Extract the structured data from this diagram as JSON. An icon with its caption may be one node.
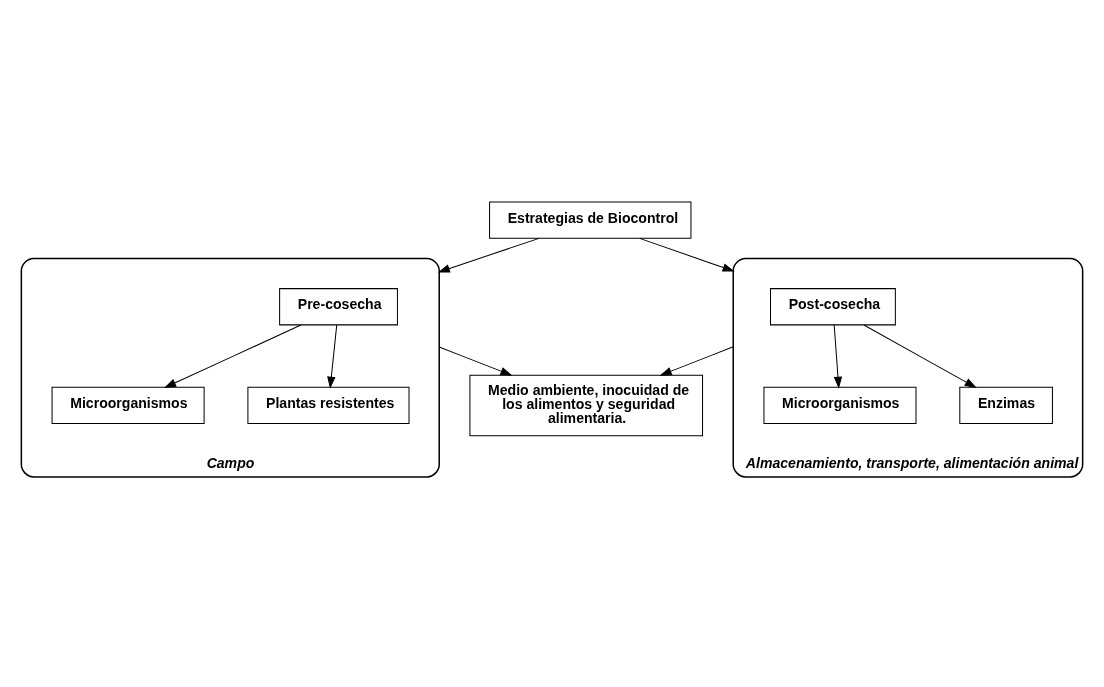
{
  "diagram": {
    "nodes": [
      {
        "text": [
          "Estrategias de Biocontrol"
        ]
      },
      {
        "text": [
          "Campo"
        ]
      },
      {
        "text": [
          "Pre-cosecha"
        ],
        "in": 1
      },
      {
        "text": [
          "Microorganismos"
        ],
        "in": 1
      },
      {
        "text": [
          "Plantas resistentes"
        ],
        "in": 1
      },
      {
        "text": [
          "Almacenamiento, transporte, alimentación animal"
        ]
      },
      {
        "text": [
          "Post-cosecha"
        ],
        "in": 5
      },
      {
        "text": [
          "Microorganismos"
        ],
        "in": 5
      },
      {
        "text": [
          "Enzimas"
        ],
        "in": 5
      },
      {
        "text": [
          "Medio ambiente, inocuidad de los alimentos y seguridad alimentaria."
        ]
      }
    ],
    "edges": [
      {
        "from": 0,
        "to": 1,
        "arrow": "to"
      },
      {
        "from": 0,
        "to": 5,
        "arrow": "to"
      },
      {
        "from": 2,
        "to": 3,
        "arrow": "to"
      },
      {
        "from": 2,
        "to": 4,
        "arrow": "to"
      },
      {
        "from": 6,
        "to": 7,
        "arrow": "to"
      },
      {
        "from": 6,
        "to": 8,
        "arrow": "to"
      },
      {
        "from": 1,
        "to": 9,
        "arrow": "to"
      },
      {
        "from": 5,
        "to": 9,
        "arrow": "to"
      }
    ]
  }
}
